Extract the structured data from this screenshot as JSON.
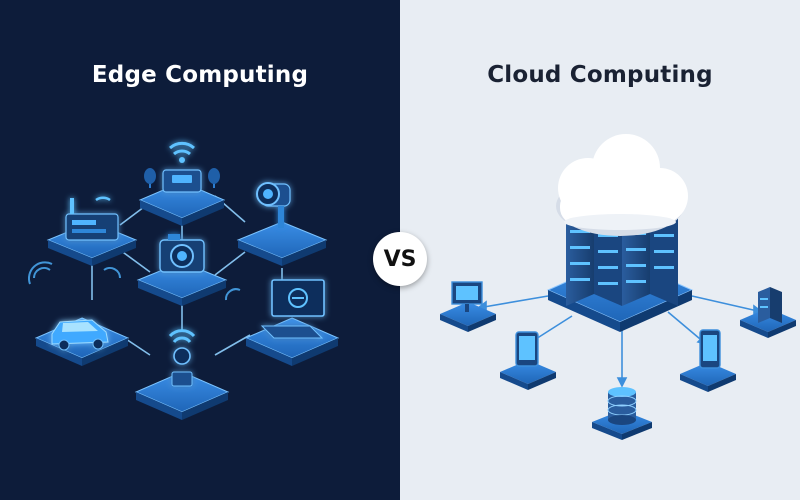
{
  "colors": {
    "left_bg": "#0d1c3a",
    "right_bg": "#e8edf3",
    "glow": "#3fa9ff",
    "tile_top": "#2f7fd6",
    "tile_side": "#154a8c",
    "title_left": "#ffffff",
    "title_right": "#1a2233",
    "vs_bg": "#ffffff",
    "vs_text": "#111111",
    "cloud": "#ffffff"
  },
  "edge": {
    "title": "Edge Computing",
    "node_icons": [
      "router-icon",
      "camera-icon",
      "server-box-icon",
      "projector-icon",
      "monitor-icon",
      "car-icon",
      "sensor-hub-icon"
    ]
  },
  "vs_label": "VS",
  "cloud": {
    "title": "Cloud Computing",
    "node_icons": [
      "cloud-icon",
      "server-rack-icon",
      "desktop-monitor-icon",
      "tablet-icon",
      "database-icon",
      "smartphone-icon",
      "server-tower-icon"
    ]
  }
}
